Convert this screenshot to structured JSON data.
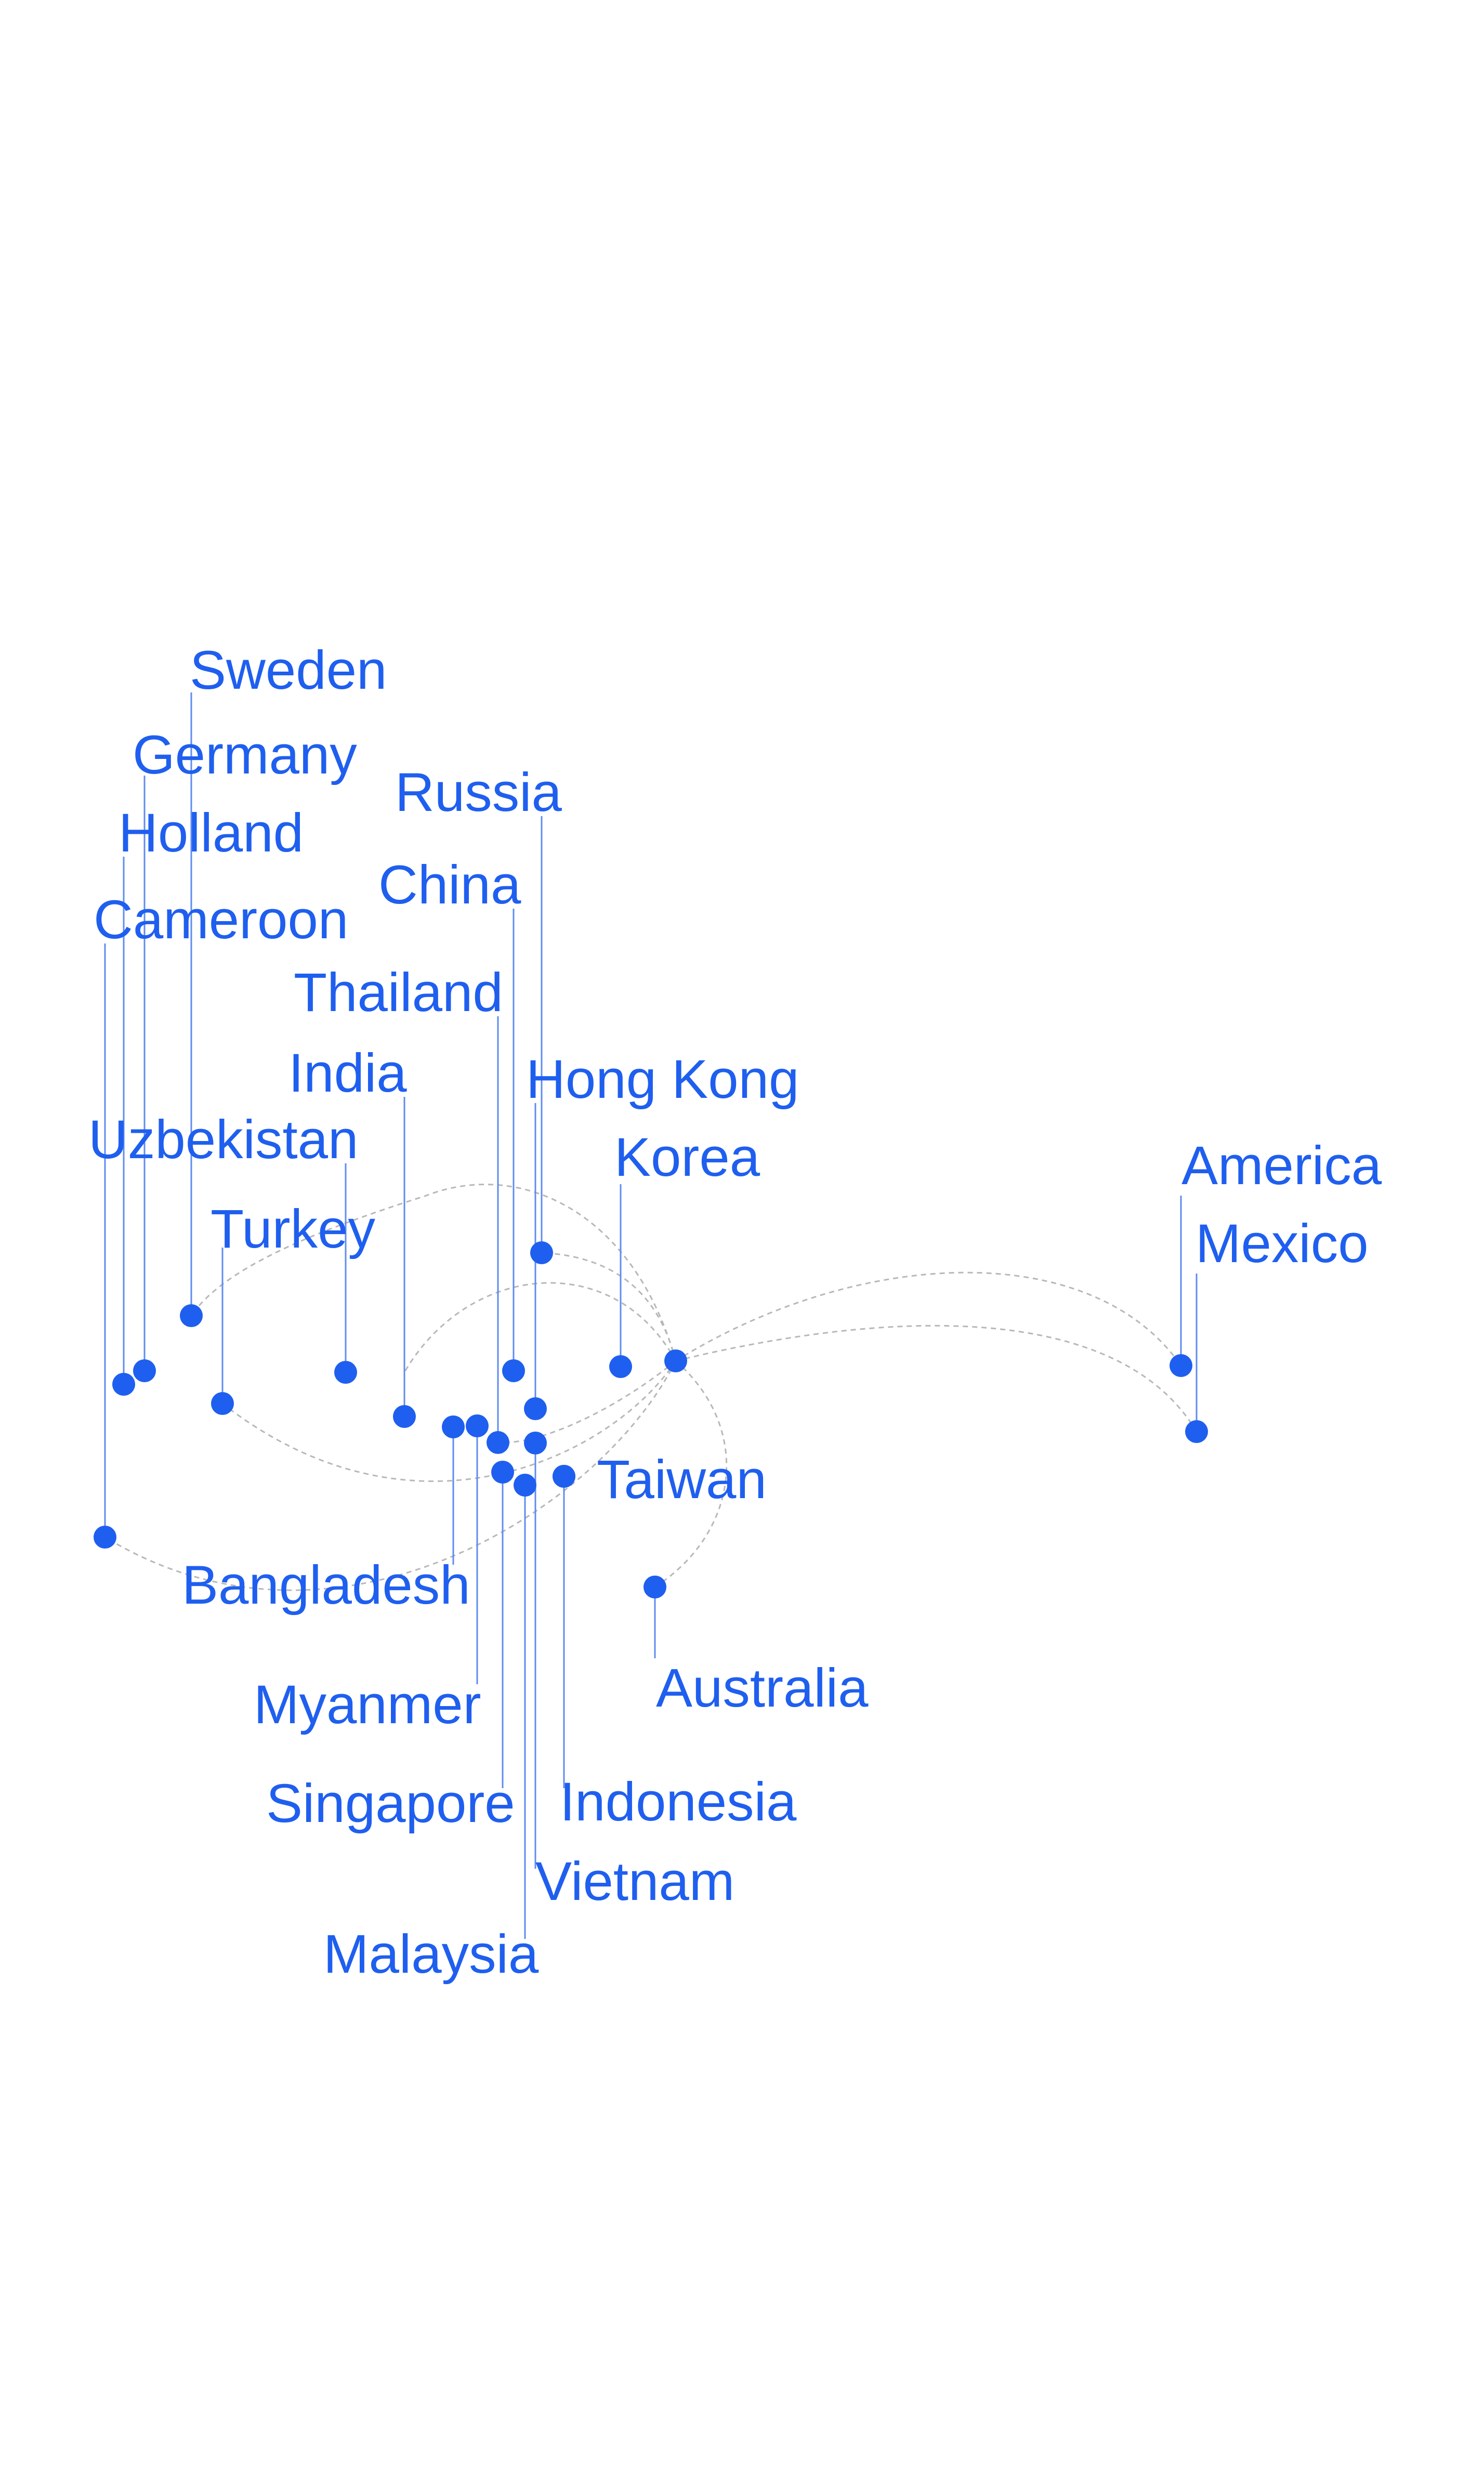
{
  "colors": {
    "accent": "#1f5fef",
    "leader_line": "#5f8cf0",
    "route_line": "#b8b8b8",
    "background": "#ffffff"
  },
  "hub_label": "Korea",
  "locations": [
    {
      "key": "sweden",
      "name": "Sweden"
    },
    {
      "key": "germany",
      "name": "Germany"
    },
    {
      "key": "holland",
      "name": "Holland"
    },
    {
      "key": "cameroon",
      "name": "Cameroon"
    },
    {
      "key": "uzbekistan",
      "name": "Uzbekistan"
    },
    {
      "key": "turkey",
      "name": "Turkey"
    },
    {
      "key": "india",
      "name": "India"
    },
    {
      "key": "thailand",
      "name": "Thailand"
    },
    {
      "key": "china",
      "name": "China"
    },
    {
      "key": "russia",
      "name": "Russia"
    },
    {
      "key": "hongkong",
      "name": "Hong Kong"
    },
    {
      "key": "korea",
      "name": "Korea"
    },
    {
      "key": "america",
      "name": "America"
    },
    {
      "key": "mexico",
      "name": "Mexico"
    },
    {
      "key": "taiwan",
      "name": "Taiwan"
    },
    {
      "key": "bangladesh",
      "name": "Bangladesh"
    },
    {
      "key": "myanmer",
      "name": "Myanmer"
    },
    {
      "key": "singapore",
      "name": "Singapore"
    },
    {
      "key": "malaysia",
      "name": "Malaysia"
    },
    {
      "key": "vietnam",
      "name": "Vietnam"
    },
    {
      "key": "indonesia",
      "name": "Indonesia"
    },
    {
      "key": "australia",
      "name": "Australia"
    }
  ]
}
